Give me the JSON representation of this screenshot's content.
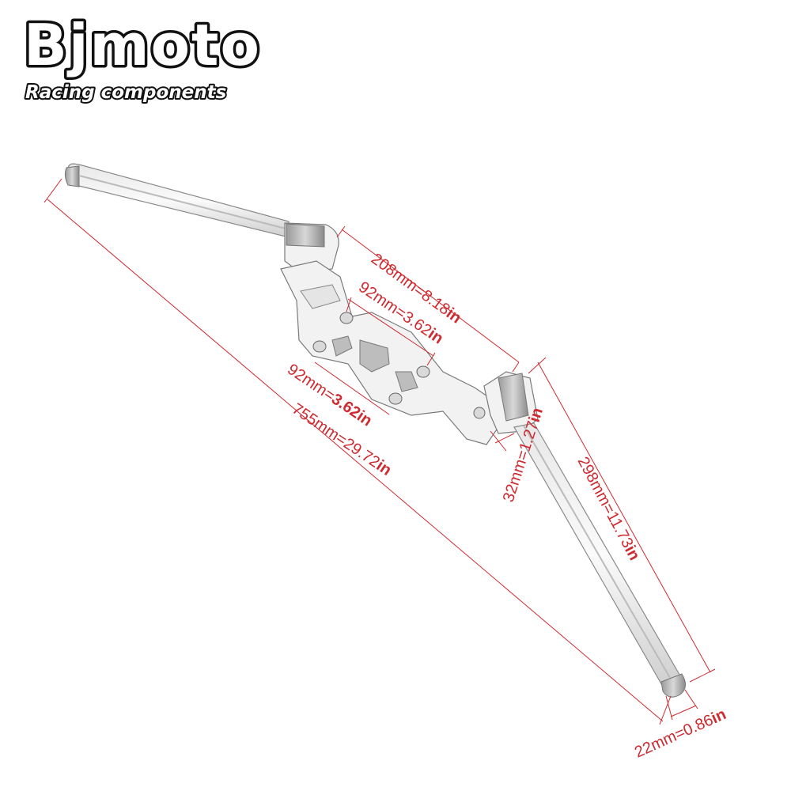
{
  "brand": {
    "name": "Bjmoto",
    "tagline": "Racing components"
  },
  "colors": {
    "dimension": "#d0292f",
    "part_outline": "#7a7a7a",
    "background": "#ffffff"
  },
  "dimensions": {
    "upper_span": "208mm=8.18",
    "upper_span_unit": "in",
    "inner_holes_top": "92mm=3.62",
    "inner_holes_top_unit": "in",
    "inner_holes_left": "92mm=",
    "inner_holes_left_bold": "3.62",
    "inner_holes_left_unit": "in",
    "overall_width": "755mm=29.72",
    "overall_width_unit": "in",
    "clamp_diameter": "32mm=",
    "clamp_diameter_bold": "1.27",
    "clamp_diameter_unit": "in",
    "bar_length": "298mm=11.73",
    "bar_length_unit": "in",
    "bar_diameter": "22mm=0.86",
    "bar_diameter_unit": "in"
  }
}
